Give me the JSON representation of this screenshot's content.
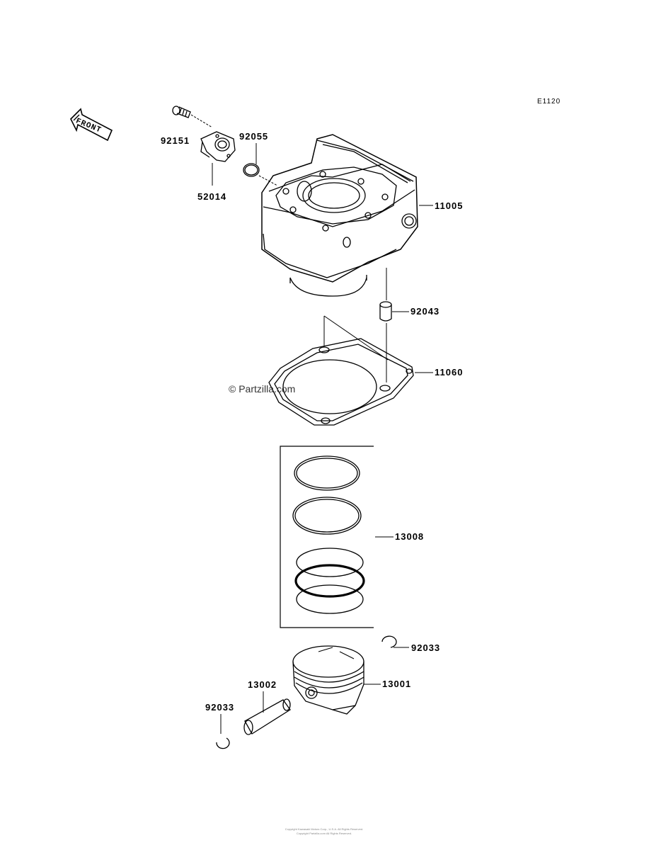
{
  "figure_code": "E1120",
  "front_label": "FRONT",
  "watermark": "© Partzilla.com",
  "parts": {
    "p92151": "92151",
    "p92055": "92055",
    "p52014": "52014",
    "p11005": "11005",
    "p92043": "92043",
    "p11060": "11060",
    "p13008": "13008",
    "p92033_right": "92033",
    "p13001": "13001",
    "p13002": "13002",
    "p92033_left": "92033"
  },
  "footer": {
    "line1": "Copyright Kawasaki Motors Corp., U.S.A. All Rights Reserved.",
    "line2": "Copyright Partzilla.com All Rights Reserved."
  }
}
